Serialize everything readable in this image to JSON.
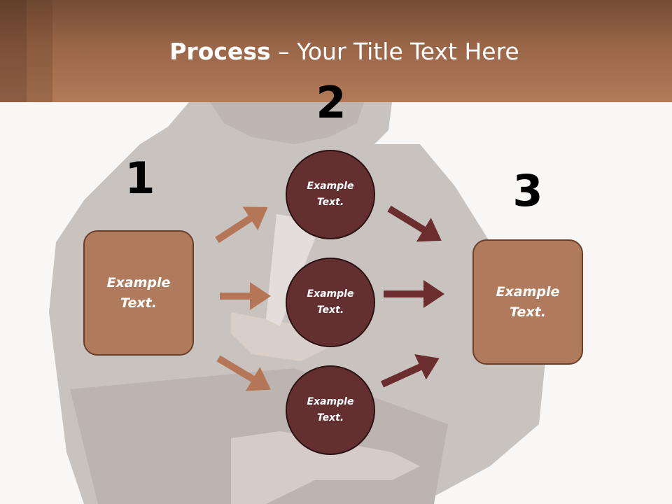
{
  "title": {
    "bold": "Process",
    "rest": " – Your Title Text Here"
  },
  "steps": [
    {
      "number": "1",
      "text": "Example Text."
    },
    {
      "number": "2",
      "text": "Example Text."
    },
    {
      "number": "3",
      "text": "Example Text."
    }
  ],
  "circles": [
    "Example Text.",
    "Example Text.",
    "Example Text."
  ],
  "colors": {
    "header": "#b27a59",
    "box": "#b07b5c",
    "circle": "#632f30",
    "arrow_in": "#b57657",
    "arrow_out": "#6b2d2d"
  }
}
